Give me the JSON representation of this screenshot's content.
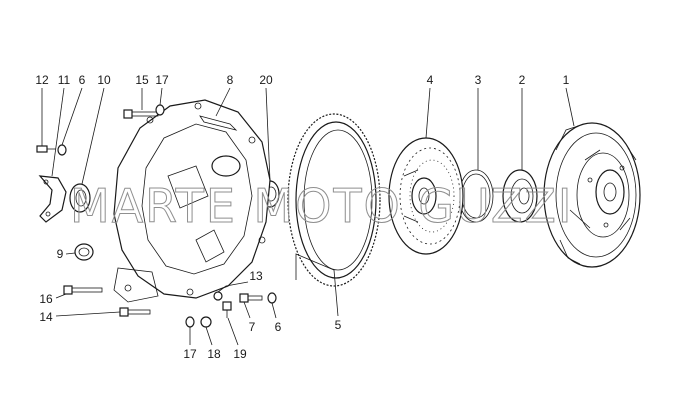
{
  "watermark": "MARTE MOTO GUZZI",
  "callouts": [
    {
      "label": "12"
    },
    {
      "label": "11"
    },
    {
      "label": "6"
    },
    {
      "label": "10"
    },
    {
      "label": "15"
    },
    {
      "label": "17"
    },
    {
      "label": "8"
    },
    {
      "label": "20"
    },
    {
      "label": "4"
    },
    {
      "label": "3"
    },
    {
      "label": "2"
    },
    {
      "label": "1"
    },
    {
      "label": "9"
    },
    {
      "label": "13"
    },
    {
      "label": "16"
    },
    {
      "label": "14"
    },
    {
      "label": "7"
    },
    {
      "label": "6"
    },
    {
      "label": "5"
    },
    {
      "label": "17"
    },
    {
      "label": "18"
    },
    {
      "label": "19"
    }
  ]
}
